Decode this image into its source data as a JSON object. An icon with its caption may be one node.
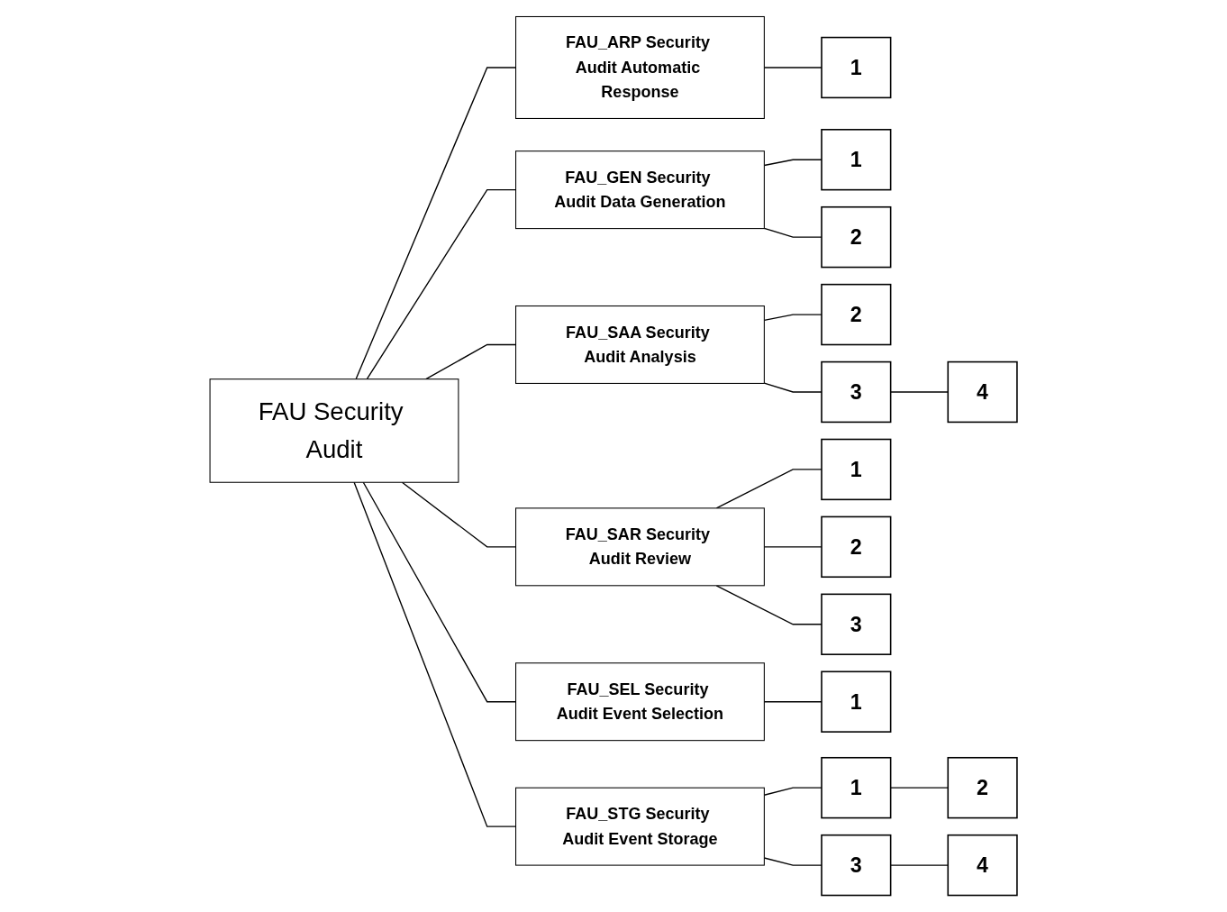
{
  "diagram": {
    "nodes": [
      {
        "text": [
          "FAU Security Audit"
        ]
      },
      {
        "text": [
          "FAU_ARP Security Audit Automatic Response"
        ]
      },
      {
        "text": [
          "1"
        ]
      },
      {
        "text": [
          "FAU_GEN Security Audit Data Generation"
        ]
      },
      {
        "text": [
          "1"
        ]
      },
      {
        "text": [
          "2"
        ]
      },
      {
        "text": [
          "FAU_SAA Security Audit Analysis"
        ]
      },
      {
        "text": [
          "2"
        ]
      },
      {
        "text": [
          "3"
        ]
      },
      {
        "text": [
          "4"
        ]
      },
      {
        "text": [
          "FAU_SAR Security Audit Review"
        ]
      },
      {
        "text": [
          "1"
        ]
      },
      {
        "text": [
          "2"
        ]
      },
      {
        "text": [
          "3"
        ]
      },
      {
        "text": [
          "FAU_SEL Security Audit Event Selection"
        ]
      },
      {
        "text": [
          "1"
        ]
      },
      {
        "text": [
          "FAU_STG Security Audit Event Storage"
        ]
      },
      {
        "text": [
          "1"
        ]
      },
      {
        "text": [
          "2"
        ]
      },
      {
        "text": [
          "3"
        ]
      },
      {
        "text": [
          "4"
        ]
      }
    ],
    "edges": [
      {
        "from": 0,
        "to": 1,
        "arrow": "none"
      },
      {
        "from": 0,
        "to": 3,
        "arrow": "none"
      },
      {
        "from": 0,
        "to": 6,
        "arrow": "none"
      },
      {
        "from": 0,
        "to": 10,
        "arrow": "none"
      },
      {
        "from": 0,
        "to": 14,
        "arrow": "none"
      },
      {
        "from": 0,
        "to": 16,
        "arrow": "none"
      },
      {
        "from": 1,
        "to": 2,
        "arrow": "none"
      },
      {
        "from": 3,
        "to": 4,
        "arrow": "none"
      },
      {
        "from": 3,
        "to": 5,
        "arrow": "none"
      },
      {
        "from": 6,
        "to": 7,
        "arrow": "none"
      },
      {
        "from": 6,
        "to": 8,
        "arrow": "none"
      },
      {
        "from": 8,
        "to": 9,
        "arrow": "none"
      },
      {
        "from": 10,
        "to": 11,
        "arrow": "none"
      },
      {
        "from": 10,
        "to": 12,
        "arrow": "none"
      },
      {
        "from": 10,
        "to": 13,
        "arrow": "none"
      },
      {
        "from": 14,
        "to": 15,
        "arrow": "none"
      },
      {
        "from": 16,
        "to": 17,
        "arrow": "none"
      },
      {
        "from": 17,
        "to": 18,
        "arrow": "none"
      },
      {
        "from": 16,
        "to": 19,
        "arrow": "none"
      },
      {
        "from": 19,
        "to": 20,
        "arrow": "none"
      }
    ]
  }
}
